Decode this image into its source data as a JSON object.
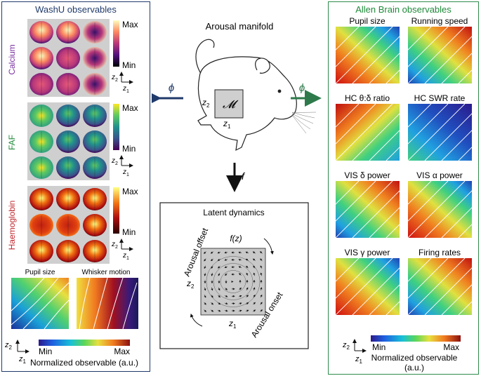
{
  "left_panel": {
    "title": "WashU observables",
    "title_color": "#1f3a6b",
    "rows": [
      {
        "label": "Calcium",
        "label_color": "#7a2fa0",
        "max_label": "Max",
        "min_label": "Min",
        "colormap": "magma"
      },
      {
        "label": "FAF",
        "label_color": "#1f8a3a",
        "max_label": "Max",
        "min_label": "Min",
        "colormap": "viridis"
      },
      {
        "label": "Haemoglobin",
        "label_color": "#c0262d",
        "max_label": "Max",
        "min_label": "Min",
        "colormap": "hot"
      }
    ],
    "axis_z2": "z",
    "axis_z1": "z",
    "axis_sub2": "2",
    "axis_sub1": "1",
    "bottom_maps": [
      {
        "label": "Pupil size"
      },
      {
        "label": "Whisker motion"
      }
    ],
    "colorbar_min": "Min",
    "colorbar_max": "Max",
    "colorbar_caption": "Normalized observable (a.u.)"
  },
  "center": {
    "title": "Arousal manifold",
    "manifold_symbol": "𝓜",
    "phi_left": "ϕ",
    "phi_right": "ϕ",
    "f_arrow_label": "f",
    "dynamics_title": "Latent dynamics",
    "fz_label": "f(z)",
    "offset_label": "Arousal offset",
    "onset_label": "Arousal onset",
    "z2": "z",
    "z1": "z",
    "sub2": "2",
    "sub1": "1"
  },
  "right_panel": {
    "title": "Allen Brain observables",
    "title_color": "#1f8a3a",
    "maps": [
      {
        "label": "Pupil size"
      },
      {
        "label": "Running speed"
      },
      {
        "label": "HC θ:δ ratio"
      },
      {
        "label": "HC SWR rate"
      },
      {
        "label": "VIS δ power"
      },
      {
        "label": "VIS α power"
      },
      {
        "label": "VIS γ power"
      },
      {
        "label": "Firing rates"
      }
    ],
    "colorbar_min": "Min",
    "colorbar_max": "Max",
    "colorbar_caption_1": "Normalized observable",
    "colorbar_caption_2": "(a.u.)"
  },
  "colors": {
    "left_border": "#1f3a6b",
    "right_border": "#2e8b4a",
    "phi_left_arrow": "#1f3a6b",
    "phi_right_arrow": "#2e7a4a"
  }
}
